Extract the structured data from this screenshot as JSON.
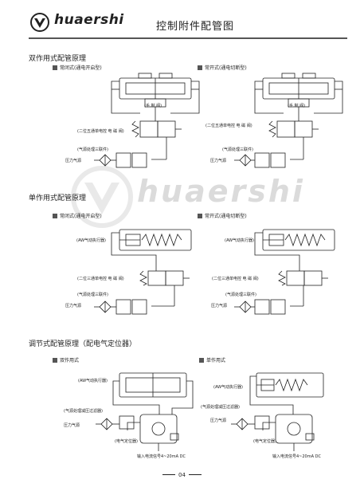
{
  "header": {
    "brand": "huaershi",
    "title": "控制附件配管图"
  },
  "watermark": {
    "text": "huaershi"
  },
  "section1": {
    "title": "双作用式配管原理",
    "left": {
      "heading": "常闭式(通电开启型)",
      "valve": "(手 制 阀)",
      "solenoid": "(二位五通单电控 电 磁 阀)",
      "frl": "(气源处理三联件)",
      "air": "压力气源"
    },
    "right": {
      "heading": "常开式(通电切断型)",
      "valve": "(手 制 阀)",
      "solenoid": "(二位五通单电控 电 磁 阀)",
      "frl": "(气源处理三联件)",
      "air": "压力气源"
    }
  },
  "section2": {
    "title": "单作用式配管原理",
    "left": {
      "heading": "常闭式(通电开启型)",
      "actuator": "(AW气动执行器)",
      "solenoid": "(二位三通单电控 电 磁 阀)",
      "frl": "(气源处理三联件)",
      "air": "压力气源"
    },
    "right": {
      "heading": "常开式(通电切断型)",
      "actuator": "(AW气动执行器)",
      "solenoid": "(二位三通单电控 电 磁 阀)",
      "frl": "(气源处理三联件)",
      "air": "压力气源"
    }
  },
  "section3": {
    "title": "调节式配管原理（配电气定位器）",
    "left": {
      "heading": "双作用式",
      "actuator": "(AW气动执行器)",
      "filter": "(气源处理减压过滤器)",
      "air": "压力气源",
      "positioner": "(电气定位器)",
      "signal": "输入电流信号4~20mA DC"
    },
    "right": {
      "heading": "单作用式",
      "actuator": "(AW气动执行器)",
      "filter": "(气源处理减压过滤器)",
      "air": "压力气源",
      "positioner": "(电气定位器)",
      "signal": "输入电流信号4~20mA DC"
    }
  },
  "footer": {
    "page": "04"
  }
}
